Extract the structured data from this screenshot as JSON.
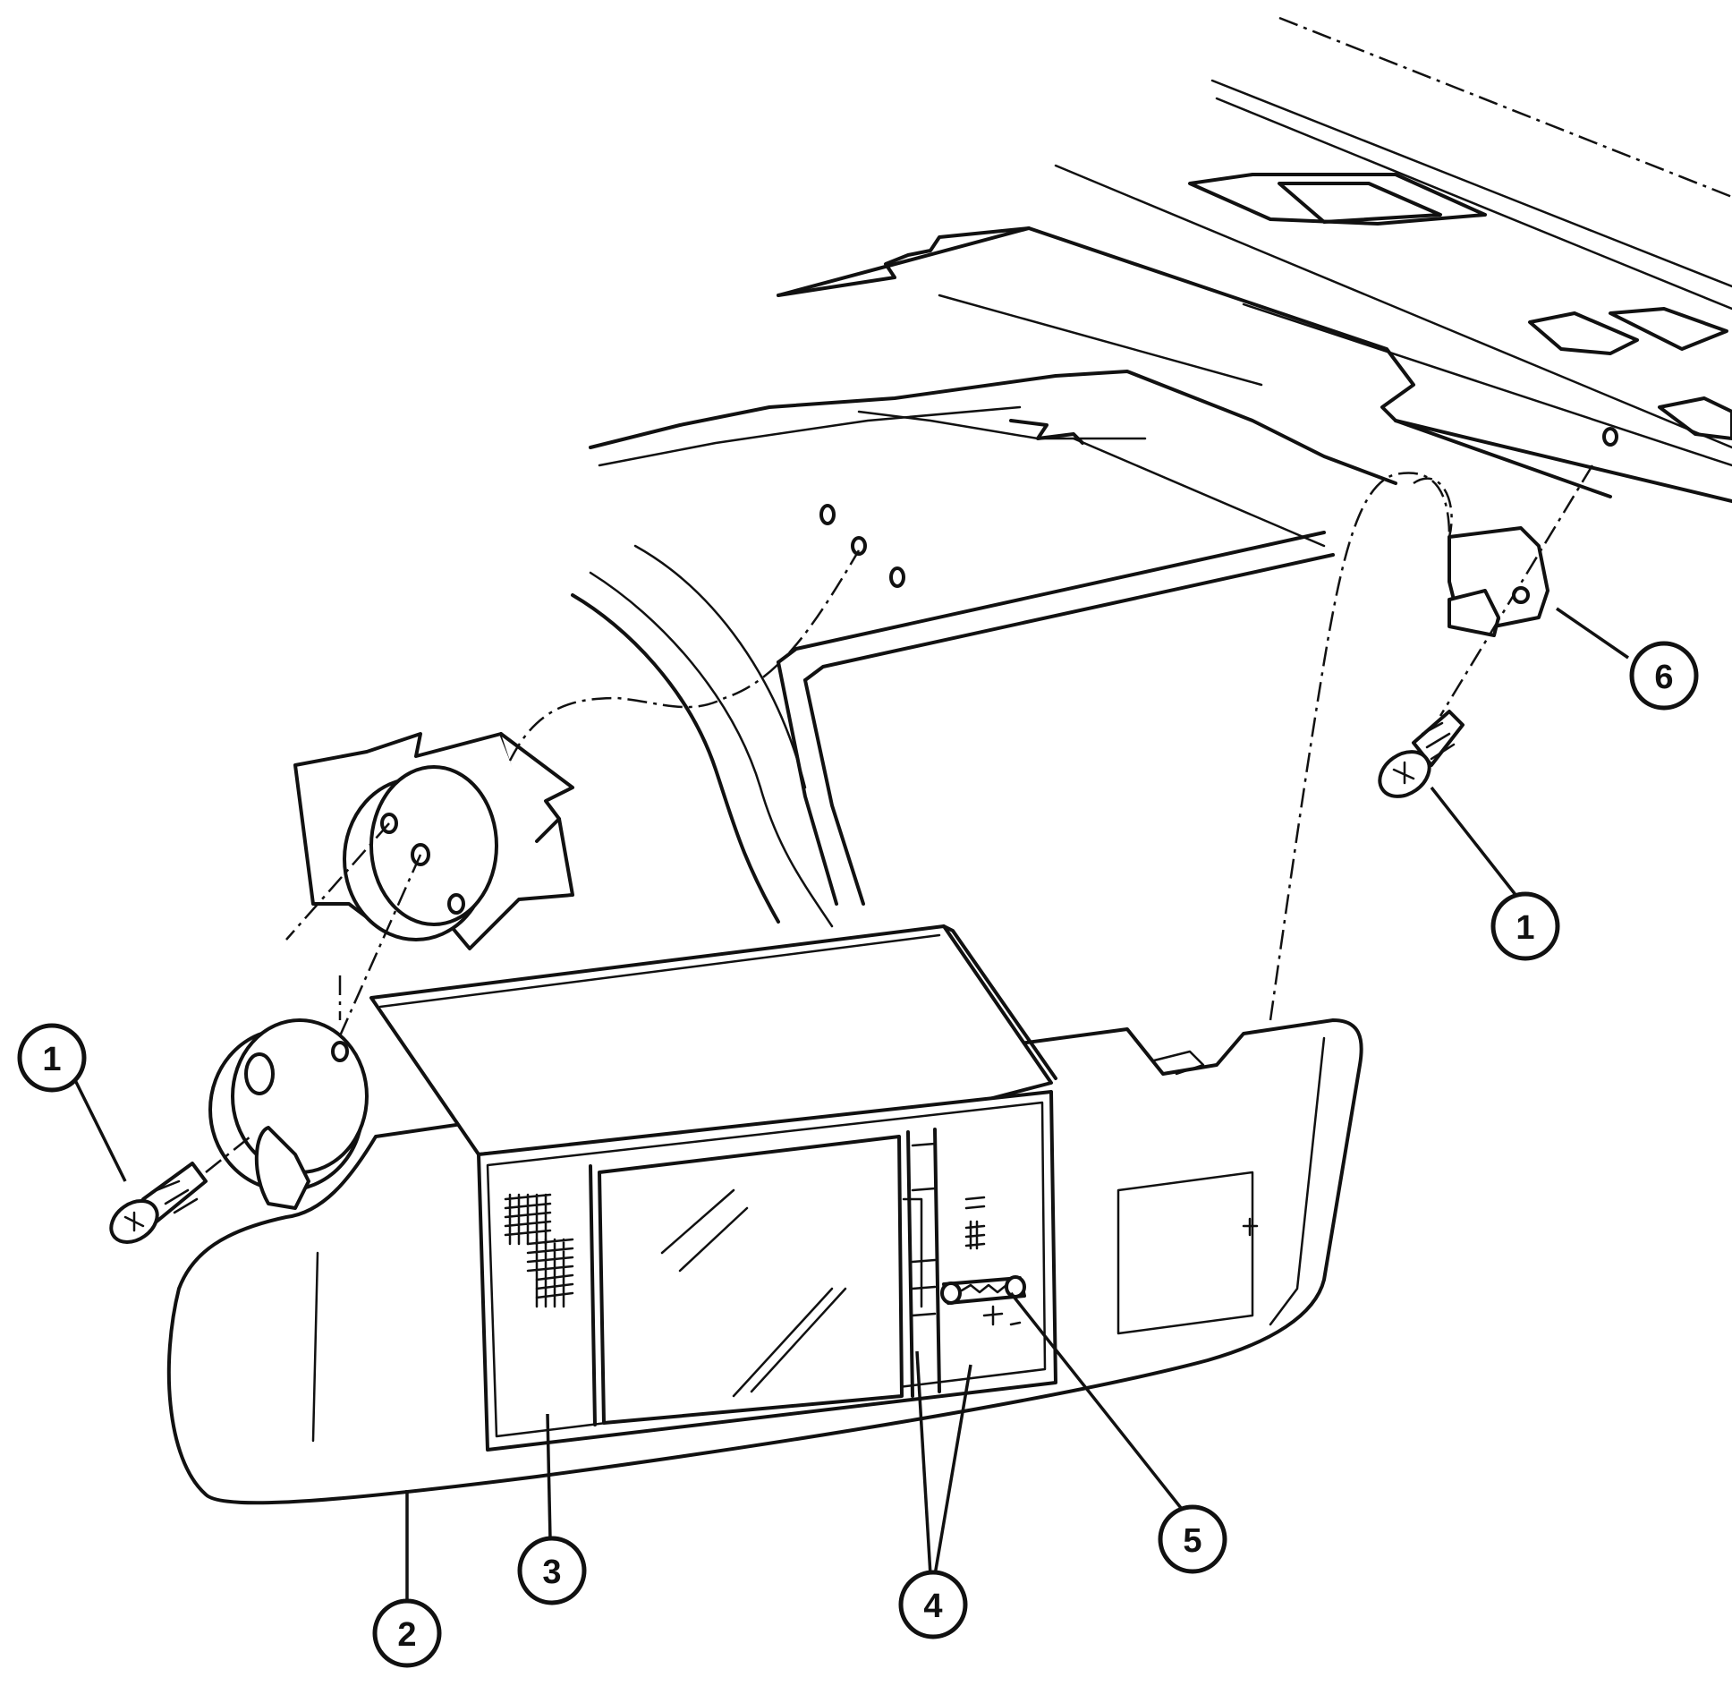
{
  "diagram": {
    "callouts": [
      {
        "id": "c1a",
        "label": "1"
      },
      {
        "id": "c1b",
        "label": "1"
      },
      {
        "id": "c2",
        "label": "2"
      },
      {
        "id": "c3",
        "label": "3"
      },
      {
        "id": "c4",
        "label": "4"
      },
      {
        "id": "c5",
        "label": "5"
      },
      {
        "id": "c6",
        "label": "6"
      }
    ],
    "colors": {
      "ink": "#111111",
      "paper": "#ffffff"
    }
  }
}
